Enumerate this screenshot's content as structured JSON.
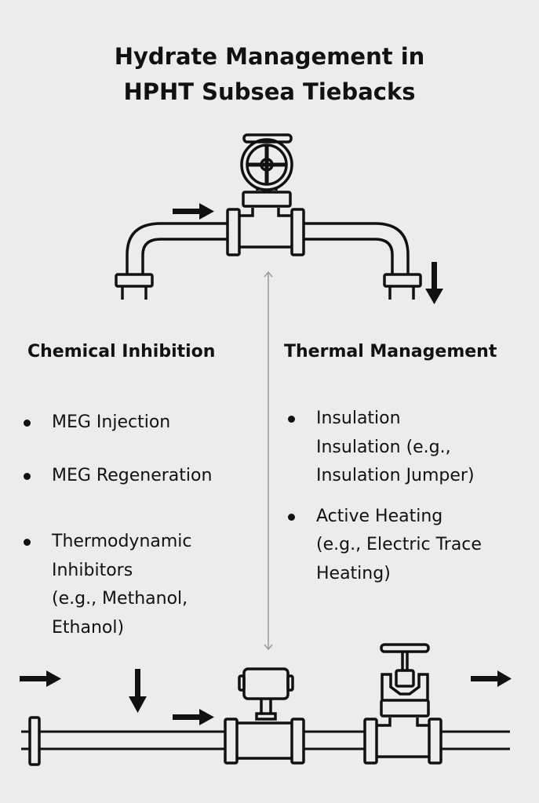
{
  "title": {
    "line1": "Hydrate Management in",
    "line2": "HPHT Subsea Tiebacks"
  },
  "left": {
    "heading": "Chemical Inhibition",
    "items": [
      [
        "MEG Injection"
      ],
      [
        "MEG Regeneration"
      ],
      [
        "Thermodynamic",
        "Inhibitors",
        "(e.g., Methanol,",
        "Ethanol)"
      ]
    ]
  },
  "right": {
    "heading": "Thermal Management",
    "items": [
      [
        "Insulation",
        "Insulation (e.g.,",
        "Insulation Jumper)"
      ],
      [
        "Active Heating",
        "(e.g., Electric Trace",
        "Heating)"
      ]
    ]
  },
  "colors": {
    "line": "#111111",
    "divider": "#9a9a9a",
    "background": "#ececec"
  }
}
